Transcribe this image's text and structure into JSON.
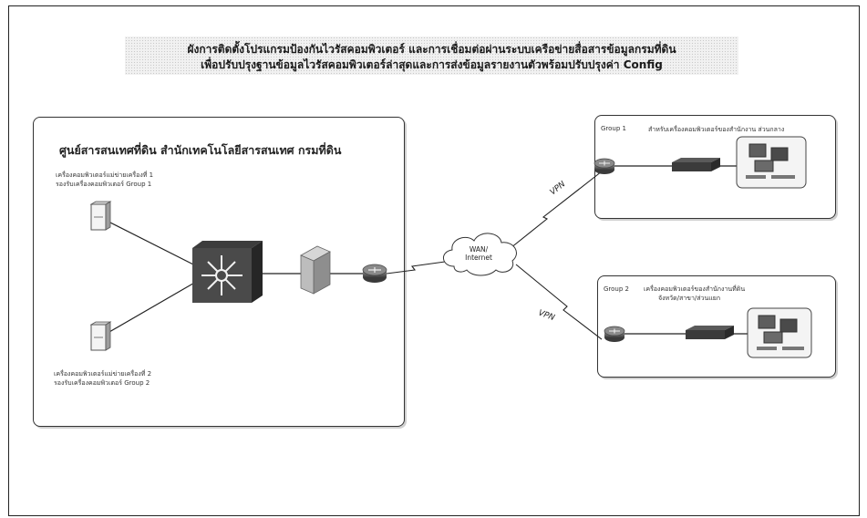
{
  "title": {
    "line1": "ผังการติดตั้งโปรแกรมป้องกันไวรัสคอมพิวเตอร์ และการเชื่อมต่อผ่านระบบเครือข่ายสื่อสารข้อมูลกรมที่ดิน",
    "line2": "เพื่อปรับปรุงฐานข้อมูลไวรัสคอมพิวเตอร์ล่าสุดและการส่งข้อมูลรายงานตัวพร้อมปรับปรุงค่า Config"
  },
  "hq": {
    "title": "ศูนย์สารสนเทศที่ดิน สำนักเทคโนโลยีสารสนเทศ กรมที่ดิน",
    "server1": {
      "line1": "เครื่องคอมพิวเตอร์แม่ข่ายเครื่องที่ 1",
      "line2": "รองรับเครื่องคอมพิวเตอร์ Group 1"
    },
    "server2": {
      "line1": "เครื่องคอมพิวเตอร์แม่ข่ายเครื่องที่ 2",
      "line2": "รองรับเครื่องคอมพิวเตอร์ Group 2"
    }
  },
  "cloud": {
    "line1": "WAN/",
    "line2": "Internet"
  },
  "links": {
    "vpn_top": "VPN",
    "vpn_bottom": "VPN"
  },
  "site1": {
    "tag": "Group 1",
    "label": "สำหรับเครื่องคอมพิวเตอร์ของสำนักงาน ส่วนกลาง"
  },
  "site2": {
    "tag": "Group 2",
    "line1": "เครื่องคอมพิวเตอร์ของสำนักงานที่ดิน",
    "line2": "จังหวัด/สาขา/ส่วนแยก"
  }
}
